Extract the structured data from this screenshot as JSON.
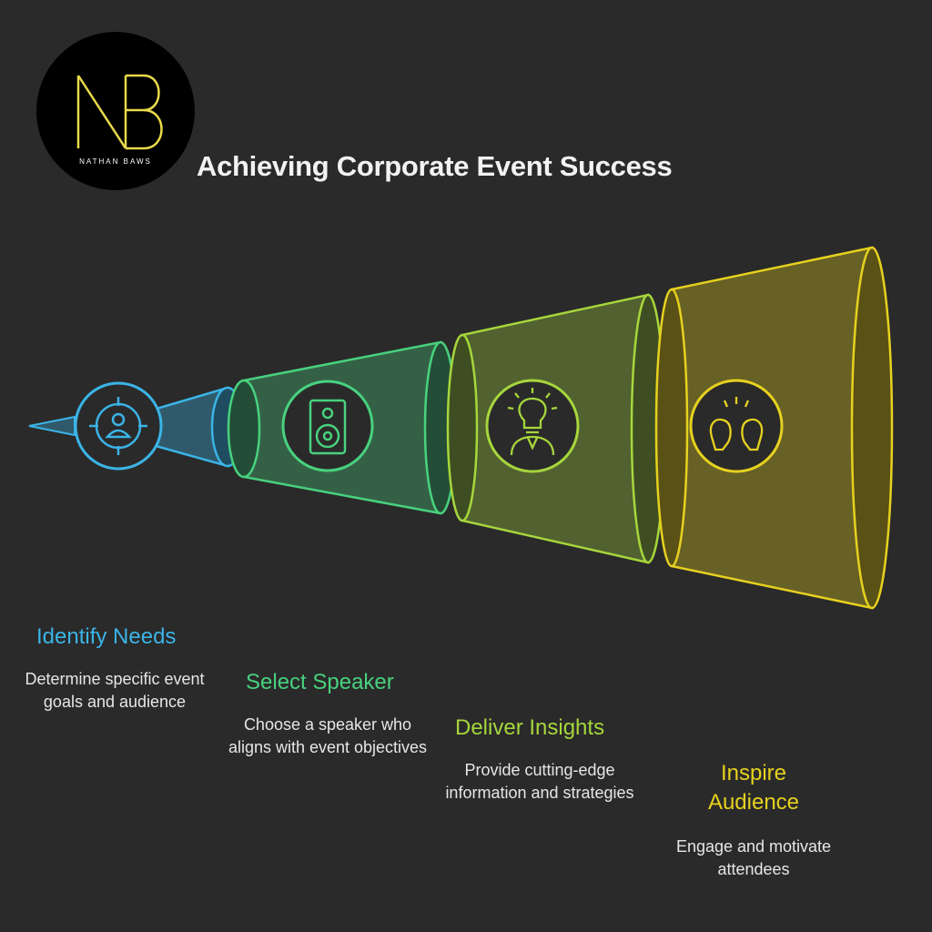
{
  "logo": {
    "monogram": "NB",
    "name": "NATHAN BAWS",
    "color": "#e8d94a"
  },
  "title": "Achieving Corporate Event Success",
  "colors": {
    "background": "#2a2a2a",
    "blue": "#3bb4e6",
    "green": "#48d17e",
    "lime": "#a6d63c",
    "yellow": "#e6d11f"
  },
  "steps": [
    {
      "title": "Identify Needs",
      "description": "Determine specific event goals and audience",
      "icon": "target-person-icon",
      "color": "#3bb4e6"
    },
    {
      "title": "Select Speaker",
      "description": "Choose a speaker who aligns with event objectives",
      "icon": "speaker-icon",
      "color": "#48d17e"
    },
    {
      "title": "Deliver Insights",
      "description": "Provide cutting-edge information and strategies",
      "icon": "lightbulb-presenter-icon",
      "color": "#a6d63c"
    },
    {
      "title": "Inspire Audience",
      "description": "Engage and motivate attendees",
      "icon": "boxing-gloves-icon",
      "color": "#e6d11f"
    }
  ]
}
